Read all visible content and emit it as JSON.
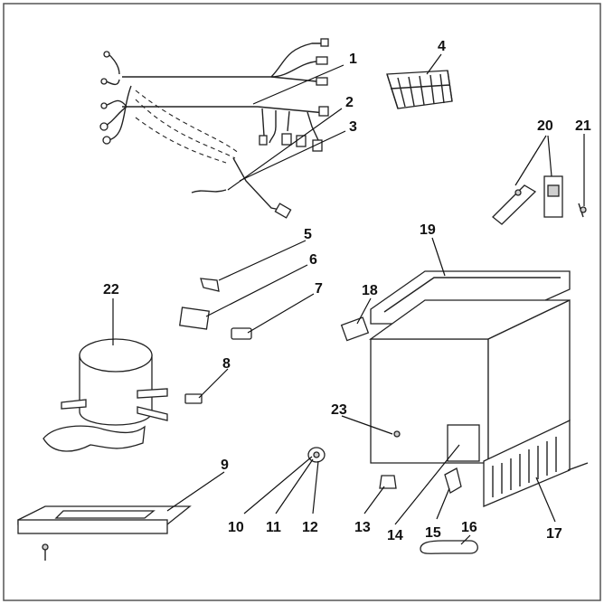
{
  "callouts": [
    {
      "id": "c1",
      "label": "1"
    },
    {
      "id": "c2",
      "label": "2"
    },
    {
      "id": "c3",
      "label": "3"
    },
    {
      "id": "c4",
      "label": "4"
    },
    {
      "id": "c5",
      "label": "5"
    },
    {
      "id": "c6",
      "label": "6"
    },
    {
      "id": "c7",
      "label": "7"
    },
    {
      "id": "c8",
      "label": "8"
    },
    {
      "id": "c9",
      "label": "9"
    },
    {
      "id": "c10",
      "label": "10"
    },
    {
      "id": "c11",
      "label": "11"
    },
    {
      "id": "c12",
      "label": "12"
    },
    {
      "id": "c13",
      "label": "13"
    },
    {
      "id": "c14",
      "label": "14"
    },
    {
      "id": "c15",
      "label": "15"
    },
    {
      "id": "c16",
      "label": "16"
    },
    {
      "id": "c17",
      "label": "17"
    },
    {
      "id": "c18",
      "label": "18"
    },
    {
      "id": "c19",
      "label": "19"
    },
    {
      "id": "c20",
      "label": "20"
    },
    {
      "id": "c21",
      "label": "21"
    },
    {
      "id": "c22",
      "label": "22"
    },
    {
      "id": "c23",
      "label": "23"
    }
  ],
  "colors": {
    "line": "#222222",
    "background": "#ffffff",
    "frame": "#555555"
  }
}
